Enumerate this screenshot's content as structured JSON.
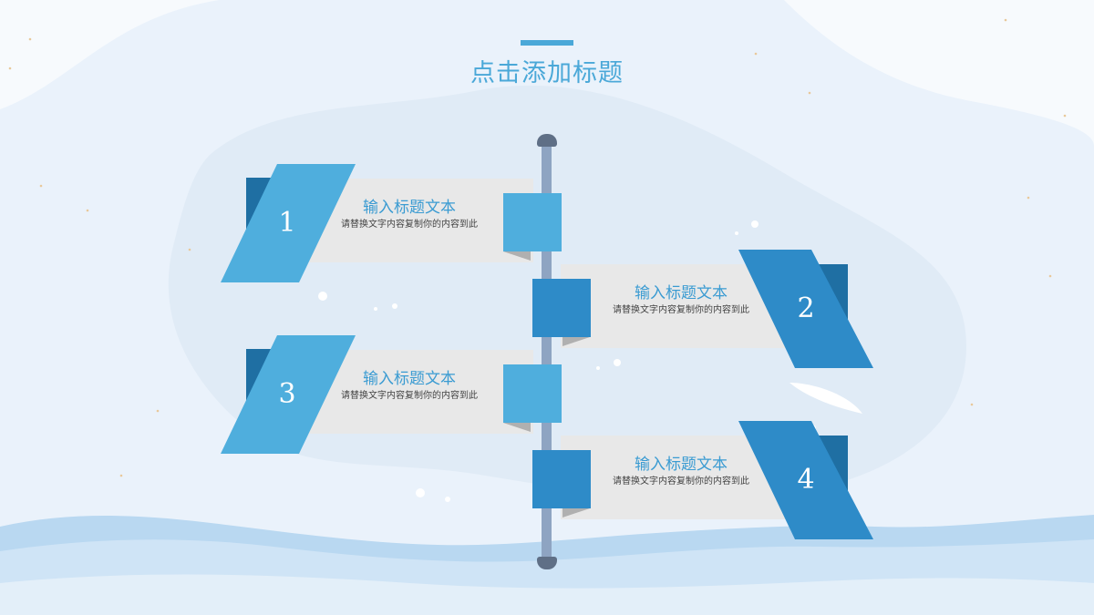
{
  "page": {
    "title": "点击添加标题"
  },
  "colors": {
    "accent": "#4aa8d8",
    "blue_light": "#4faedd",
    "blue_mid": "#2e8bc8",
    "blue_dark": "#1f6fa3",
    "board": "#e8e8e8",
    "pole": "#8ea4c2"
  },
  "signs": [
    {
      "number": "1",
      "title": "输入标题文本",
      "description": "请替换文字内容复制你的内容到此"
    },
    {
      "number": "2",
      "title": "输入标题文本",
      "description": "请替换文字内容复制你的内容到此"
    },
    {
      "number": "3",
      "title": "输入标题文本",
      "description": "请替换文字内容复制你的内容到此"
    },
    {
      "number": "4",
      "title": "输入标题文本",
      "description": "请替换文字内容复制你的内容到此"
    }
  ]
}
